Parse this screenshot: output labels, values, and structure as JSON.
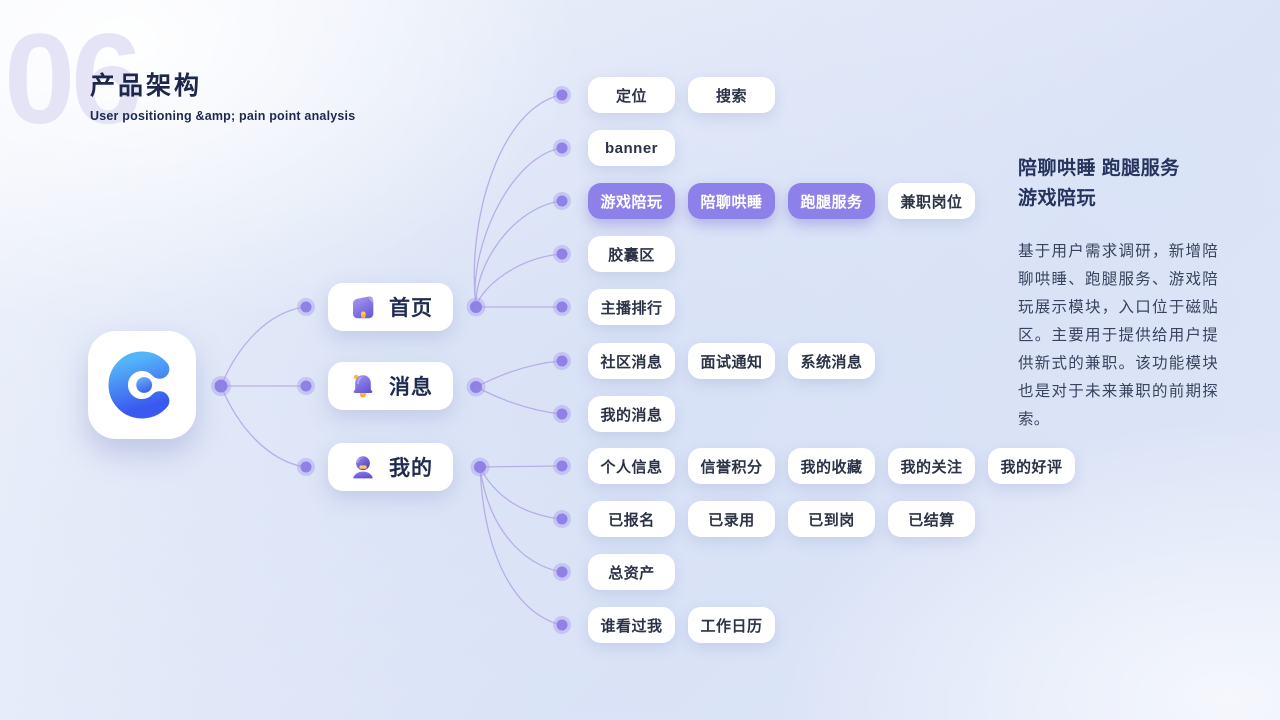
{
  "page": {
    "background_number": "06",
    "title": "产品架构",
    "subtitle": "User positioning &amp; pain point analysis"
  },
  "colors": {
    "accent_purple": "#8d80e8",
    "line_purple": "#b7ace5",
    "dot_purple": "#8f81e6",
    "title_navy": "#1c2749",
    "annotation_navy": "#27335f",
    "node_text": "#2c3347",
    "logo_blue_top": "#54b4f9",
    "logo_blue_bottom": "#3a5aef",
    "icon_yellow": "#ffc14d"
  },
  "map": {
    "branches": [
      {
        "label": "首页",
        "icon": "home-icon"
      },
      {
        "label": "消息",
        "icon": "bell-icon"
      },
      {
        "label": "我的",
        "icon": "user-icon"
      }
    ],
    "rows": [
      {
        "items": [
          {
            "label": "定位"
          },
          {
            "label": "搜索"
          }
        ]
      },
      {
        "items": [
          {
            "label": "banner"
          }
        ]
      },
      {
        "items": [
          {
            "label": "游戏陪玩",
            "highlight": true
          },
          {
            "label": "陪聊哄睡",
            "highlight": true
          },
          {
            "label": "跑腿服务",
            "highlight": true
          },
          {
            "label": "兼职岗位"
          }
        ]
      },
      {
        "items": [
          {
            "label": "胶囊区"
          }
        ]
      },
      {
        "items": [
          {
            "label": "主播排行"
          }
        ]
      },
      {
        "items": [
          {
            "label": "社区消息"
          },
          {
            "label": "面试通知"
          },
          {
            "label": "系统消息"
          }
        ]
      },
      {
        "items": [
          {
            "label": "我的消息"
          }
        ]
      },
      {
        "items": [
          {
            "label": "个人信息"
          },
          {
            "label": "信誉积分"
          },
          {
            "label": "我的收藏"
          },
          {
            "label": "我的关注"
          },
          {
            "label": "我的好评"
          }
        ]
      },
      {
        "items": [
          {
            "label": "已报名"
          },
          {
            "label": "已录用"
          },
          {
            "label": "已到岗"
          },
          {
            "label": "已结算"
          }
        ]
      },
      {
        "items": [
          {
            "label": "总资产"
          }
        ]
      },
      {
        "items": [
          {
            "label": "谁看过我"
          },
          {
            "label": "工作日历"
          }
        ]
      }
    ]
  },
  "annotation": {
    "heading_line1": "陪聊哄睡  跑腿服务",
    "heading_line2": "游戏陪玩",
    "body": "基于用户需求调研，新增陪聊哄睡、跑腿服务、游戏陪玩展示模块，入口位于磁贴区。主要用于提供给用户提供新式的兼职。该功能模块也是对于未来兼职的前期探索。"
  }
}
